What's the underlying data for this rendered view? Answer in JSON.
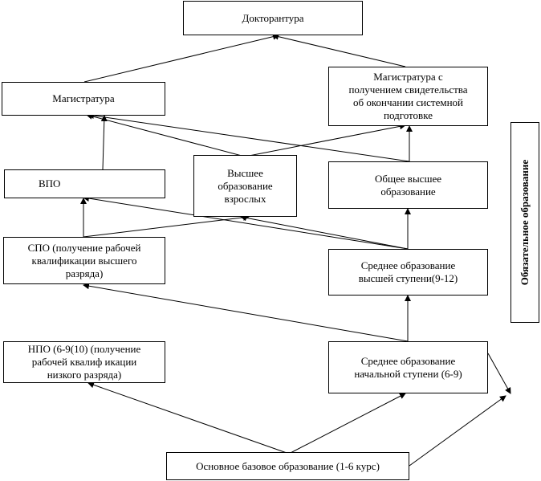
{
  "diagram": {
    "nodes": {
      "doctorate": "Докторантура",
      "masters": "Магистратура",
      "masters_cert": "Магистратура с\nполучением свидетельства\nоб окончании системной\nподготовке",
      "vpo": "ВПО",
      "adult_higher": "Высшее\nобразование\nвзрослых",
      "general_higher": "Общее высшее\nобразование",
      "spo": "СПО (получение рабочей\nквалификации высшего\nразряда)",
      "secondary_higher": "Среднее образование\nвысшей ступени(9-12)",
      "npo": "НПО (6-9(10) (получение\nрабочей квалиф икации\nнизкого разряда)",
      "secondary_initial": "Среднее образование\nначальной ступени (6-9)",
      "basic": "Основное базовое образование (1-6 курс)"
    },
    "side_label": "Обязательное  образование"
  }
}
